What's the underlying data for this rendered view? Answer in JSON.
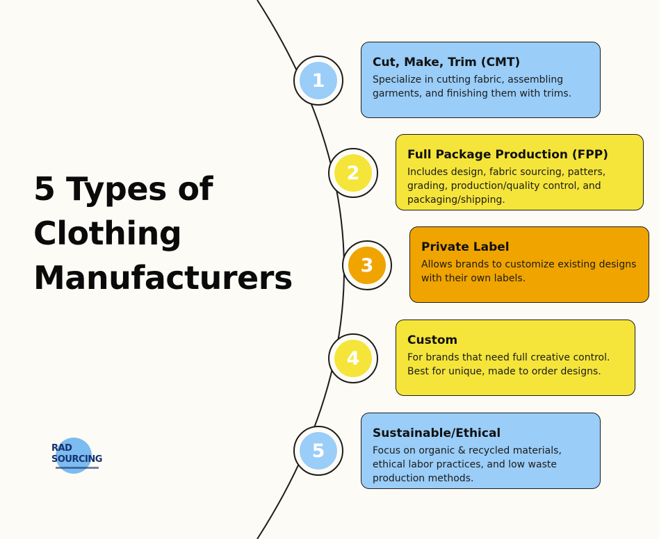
{
  "title": {
    "line1": "5 Types of",
    "line2": "Clothing",
    "line3": "Manufacturers"
  },
  "items": [
    {
      "number": "1",
      "heading": "Cut, Make, Trim (CMT)",
      "description": "Specialize in cutting fabric, assembling garments, and finishing them with trims.",
      "color": "#9acdf8"
    },
    {
      "number": "2",
      "heading": "Full Package Production (FPP)",
      "description": "Includes design, fabric sourcing, patters, grading, production/quality control, and packaging/shipping.",
      "color": "#f5e53a"
    },
    {
      "number": "3",
      "heading": "Private Label",
      "description": "Allows brands to customize existing designs with their own labels.",
      "color": "#f0a400"
    },
    {
      "number": "4",
      "heading": "Custom",
      "description": "For brands that need full creative control. Best for unique, made to order designs.",
      "color": "#f5e53a"
    },
    {
      "number": "5",
      "heading": "Sustainable/Ethical",
      "description": "Focus on organic & recycled materials, ethical labor practices, and low waste production methods.",
      "color": "#9acdf8"
    }
  ],
  "logo": {
    "word1": "RAD",
    "word2": "SOURCING"
  }
}
